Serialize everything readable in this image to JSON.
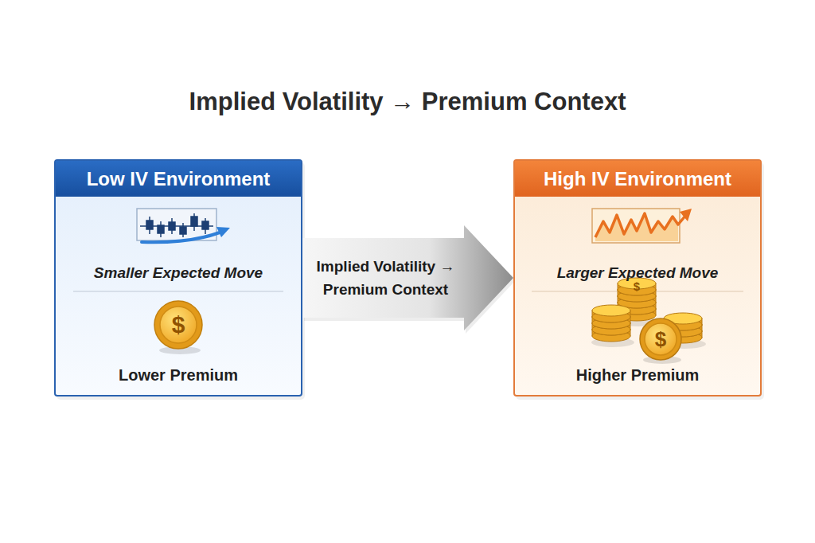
{
  "diagram": {
    "title": "Implied Volatility → Premium Context",
    "nodes": [
      {
        "text": [
          "Low IV Environment",
          "Smaller Expected Move",
          "Lower Premium"
        ]
      },
      {
        "text": [
          "High IV Environment",
          "Larger Expected Move",
          "Higher Premium"
        ]
      }
    ],
    "edges": [
      {
        "from": 0,
        "to": 1,
        "label": "Implied Volatility → Premium Context",
        "arrow": "to"
      }
    ],
    "labels": [
      "$",
      "$",
      "$"
    ]
  }
}
